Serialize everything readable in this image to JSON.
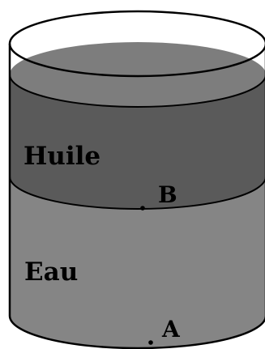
{
  "diagram": {
    "layers": [
      {
        "key": "oil",
        "label": "Huile",
        "color": "#5a5a5a"
      },
      {
        "key": "water",
        "label": "Eau",
        "color": "#858585"
      }
    ],
    "points": [
      {
        "key": "B",
        "label": "B"
      },
      {
        "key": "A",
        "label": "A"
      }
    ],
    "colors": {
      "outline": "#000000",
      "background": "#ffffff",
      "oil_surface": "#7d7d7d"
    }
  }
}
